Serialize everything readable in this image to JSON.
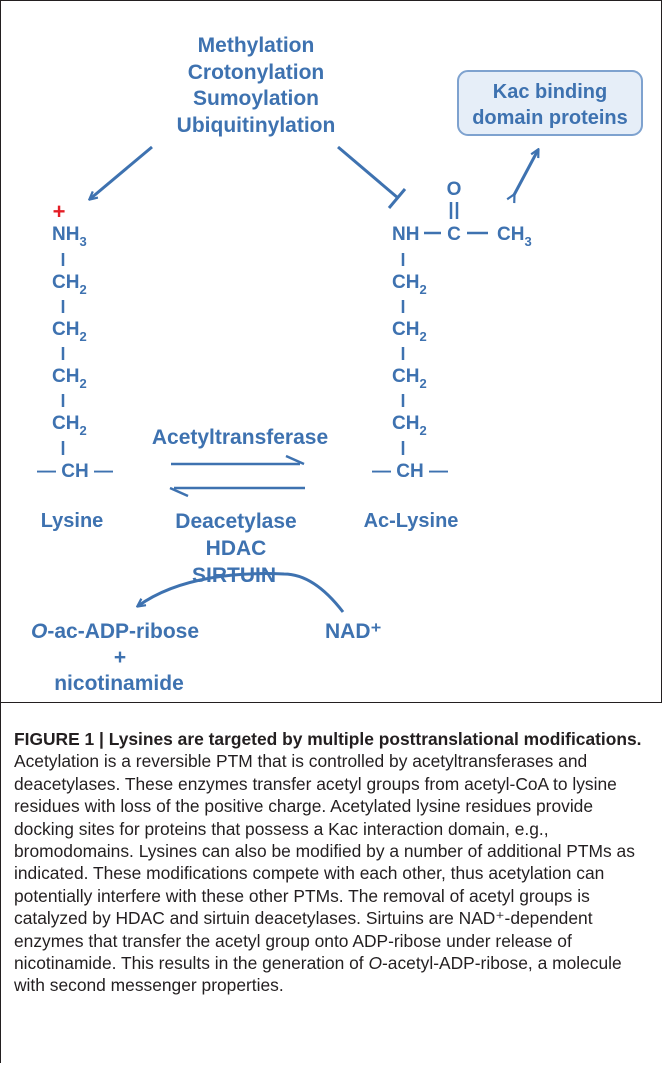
{
  "ptm_list": [
    "Methylation",
    "Crotonylation",
    "Sumoylation",
    "Ubiquitinylation"
  ],
  "kac_box": {
    "line1": "Kac binding",
    "line2": "domain proteins"
  },
  "lysine": {
    "charge": "+",
    "nh": "NH",
    "sub3": "3",
    "ch": "CH",
    "sub2": "2",
    "backbone": "— CH —",
    "label": "Lysine"
  },
  "aclysine": {
    "nh": "NH",
    "c": "C",
    "o": "O",
    "ch3": "CH",
    "sub3": "3",
    "ch": "CH",
    "sub2": "2",
    "backbone": "— CH —",
    "label": "Ac-Lysine"
  },
  "enzymes": {
    "forward": "Acetyltransferase",
    "reverse1": "Deacetylase",
    "reverse2": "HDAC",
    "reverse3": "SIRTUIN"
  },
  "products": {
    "oac_italic": "O",
    "oac_rest": "-ac-ADP-ribose",
    "plus": "+",
    "nicotinamide": "nicotinamide",
    "nad": "NAD⁺"
  },
  "caption": {
    "title": "FIGURE 1 | Lysines are targeted by multiple posttranslational modifications.",
    "p1": " Acetylation is a reversible PTM that is controlled by acetyltransferases and deacetylases. These enzymes transfer acetyl groups from acetyl-CoA to lysine residues with loss of the positive charge. Acetylated lysine residues provide docking sites for proteins that possess a Kac interaction domain, e.g., bromodomains. Lysines can also be modified by a number of additional PTMs as indicated. These modifications compete with each other, thus acetylation can potentially interfere with these other PTMs. The removal of acetyl groups is catalyzed by HDAC and sirtuin deacetylases. Sirtuins are NAD⁺-dependent enzymes that transfer the acetyl group onto ADP-ribose under release of nicotinamide. This results in the generation of ",
    "p1_italic": "O",
    "p2": "-acetyl-ADP-ribose, a molecule with second messenger properties."
  },
  "colors": {
    "blue": "#3e72b0",
    "red": "#e41e26",
    "box_fill": "#e6eef8",
    "box_stroke": "#7ea2cf",
    "text": "#231f20"
  }
}
